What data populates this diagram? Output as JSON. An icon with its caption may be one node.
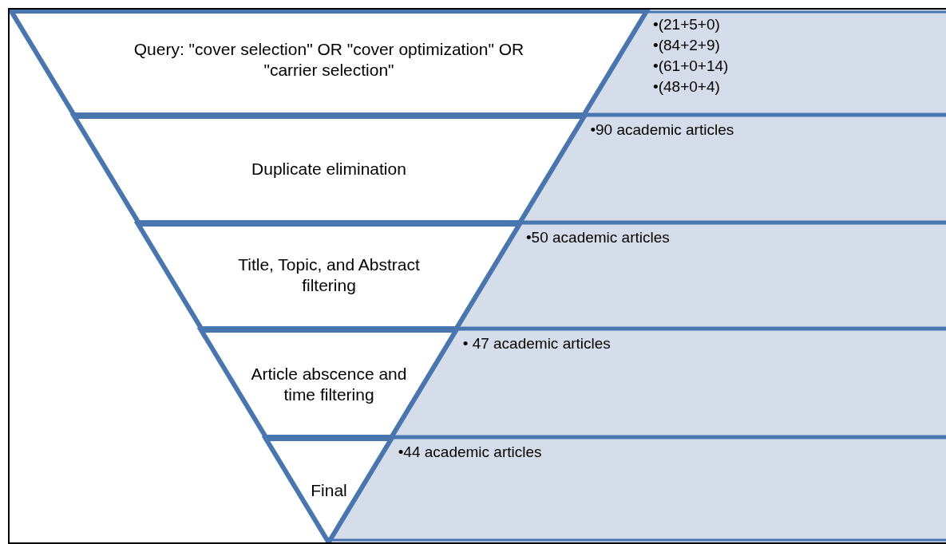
{
  "diagram": {
    "nodes": [
      {
        "text": [
          "Query: \"cover selection\" OR \"cover optimization\" OR \"carrier selection\""
        ],
        "beside": [
          "•(21+5+0)",
          "•(84+2+9)",
          "•(61+0+14)",
          "•(48+0+4)"
        ]
      },
      {
        "text": [
          "Duplicate elimination"
        ],
        "beside": [
          "•90 academic articles"
        ]
      },
      {
        "text": [
          "Title, Topic, and Abstract filtering"
        ],
        "beside": [
          "•50 academic articles"
        ]
      },
      {
        "text": [
          "Article abscence and time filtering"
        ],
        "beside": [
          "• 47 academic articles"
        ]
      },
      {
        "text": [
          "Final"
        ],
        "beside": [
          "•44 academic articles"
        ]
      }
    ]
  }
}
